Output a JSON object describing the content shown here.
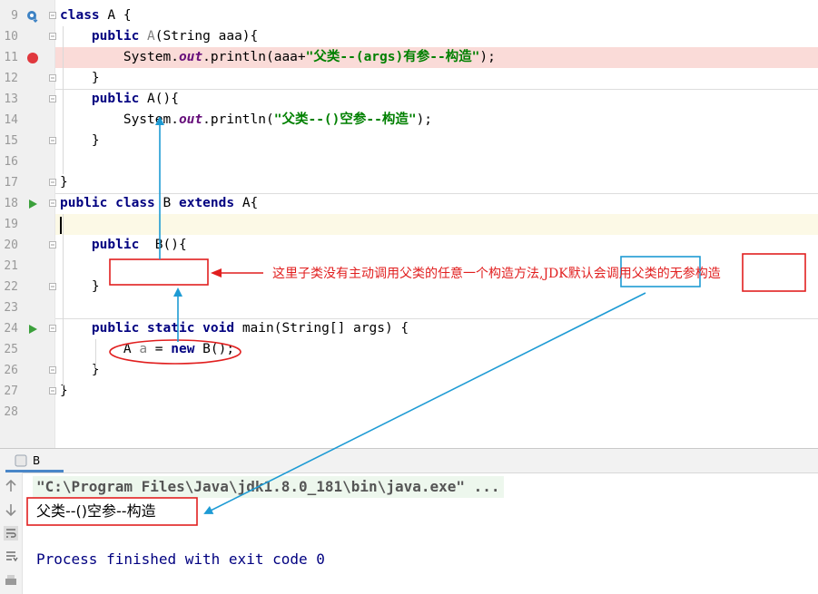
{
  "editor": {
    "lines": [
      {
        "num": "9",
        "code": [
          {
            "t": "class",
            "c": "kw"
          },
          {
            "t": " A {"
          }
        ],
        "marker": "implemented"
      },
      {
        "num": "10",
        "code": [
          {
            "t": "    "
          },
          {
            "t": "public",
            "c": "kw"
          },
          {
            "t": " "
          },
          {
            "t": "A",
            "c": "unused"
          },
          {
            "t": "(String aaa){"
          }
        ]
      },
      {
        "num": "11",
        "code": [
          {
            "t": "        System."
          },
          {
            "t": "out",
            "c": "fld"
          },
          {
            "t": ".println(aaa+"
          },
          {
            "t": "\"父类--(args)有参--构造\"",
            "c": "str"
          },
          {
            "t": ");"
          }
        ],
        "marker": "breakpoint"
      },
      {
        "num": "12",
        "code": [
          {
            "t": "    }"
          }
        ]
      },
      {
        "num": "13",
        "code": [
          {
            "t": "    "
          },
          {
            "t": "public",
            "c": "kw"
          },
          {
            "t": " A(){"
          }
        ]
      },
      {
        "num": "14",
        "code": [
          {
            "t": "        System."
          },
          {
            "t": "out",
            "c": "fld"
          },
          {
            "t": ".println("
          },
          {
            "t": "\"父类--()空参--构造\"",
            "c": "str"
          },
          {
            "t": ");"
          }
        ]
      },
      {
        "num": "15",
        "code": [
          {
            "t": "    }"
          }
        ]
      },
      {
        "num": "16",
        "code": []
      },
      {
        "num": "17",
        "code": [
          {
            "t": "}"
          }
        ]
      },
      {
        "num": "18",
        "code": [
          {
            "t": "public",
            "c": "kw"
          },
          {
            "t": " "
          },
          {
            "t": "class",
            "c": "kw"
          },
          {
            "t": " B "
          },
          {
            "t": "extends",
            "c": "kw"
          },
          {
            "t": " A{"
          }
        ],
        "marker": "run"
      },
      {
        "num": "19",
        "code": []
      },
      {
        "num": "20",
        "code": [
          {
            "t": "    "
          },
          {
            "t": "public",
            "c": "kw"
          },
          {
            "t": "  B(){"
          }
        ]
      },
      {
        "num": "21",
        "code": []
      },
      {
        "num": "22",
        "code": [
          {
            "t": "    }"
          }
        ]
      },
      {
        "num": "23",
        "code": []
      },
      {
        "num": "24",
        "code": [
          {
            "t": "    "
          },
          {
            "t": "public",
            "c": "kw"
          },
          {
            "t": " "
          },
          {
            "t": "static",
            "c": "kw"
          },
          {
            "t": " "
          },
          {
            "t": "void",
            "c": "kw"
          },
          {
            "t": " main(String[] args) {"
          }
        ],
        "marker": "run"
      },
      {
        "num": "25",
        "code": [
          {
            "t": "        A "
          },
          {
            "t": "a",
            "c": "unused"
          },
          {
            "t": " = "
          },
          {
            "t": "new",
            "c": "kw"
          },
          {
            "t": " B();"
          }
        ]
      },
      {
        "num": "26",
        "code": [
          {
            "t": "    }"
          }
        ]
      },
      {
        "num": "27",
        "code": [
          {
            "t": "}"
          }
        ]
      },
      {
        "num": "28",
        "code": []
      }
    ]
  },
  "annotation": {
    "text": "这里子类没有主动调用父类的任意一个构造方法,JDK默认会调用父类的无参构造"
  },
  "run_panel": {
    "tab_label": "B",
    "command": "\"C:\\Program Files\\Java\\jdk1.8.0_181\\bin\\java.exe\" ...",
    "output": "父类--()空参--构造",
    "exit": "Process finished with exit code 0"
  },
  "colors": {
    "annotation_red": "#e11f1f",
    "annotation_blue": "#1e9bd4",
    "breakpoint": "#e0383e",
    "run_green": "#3ba03b"
  }
}
